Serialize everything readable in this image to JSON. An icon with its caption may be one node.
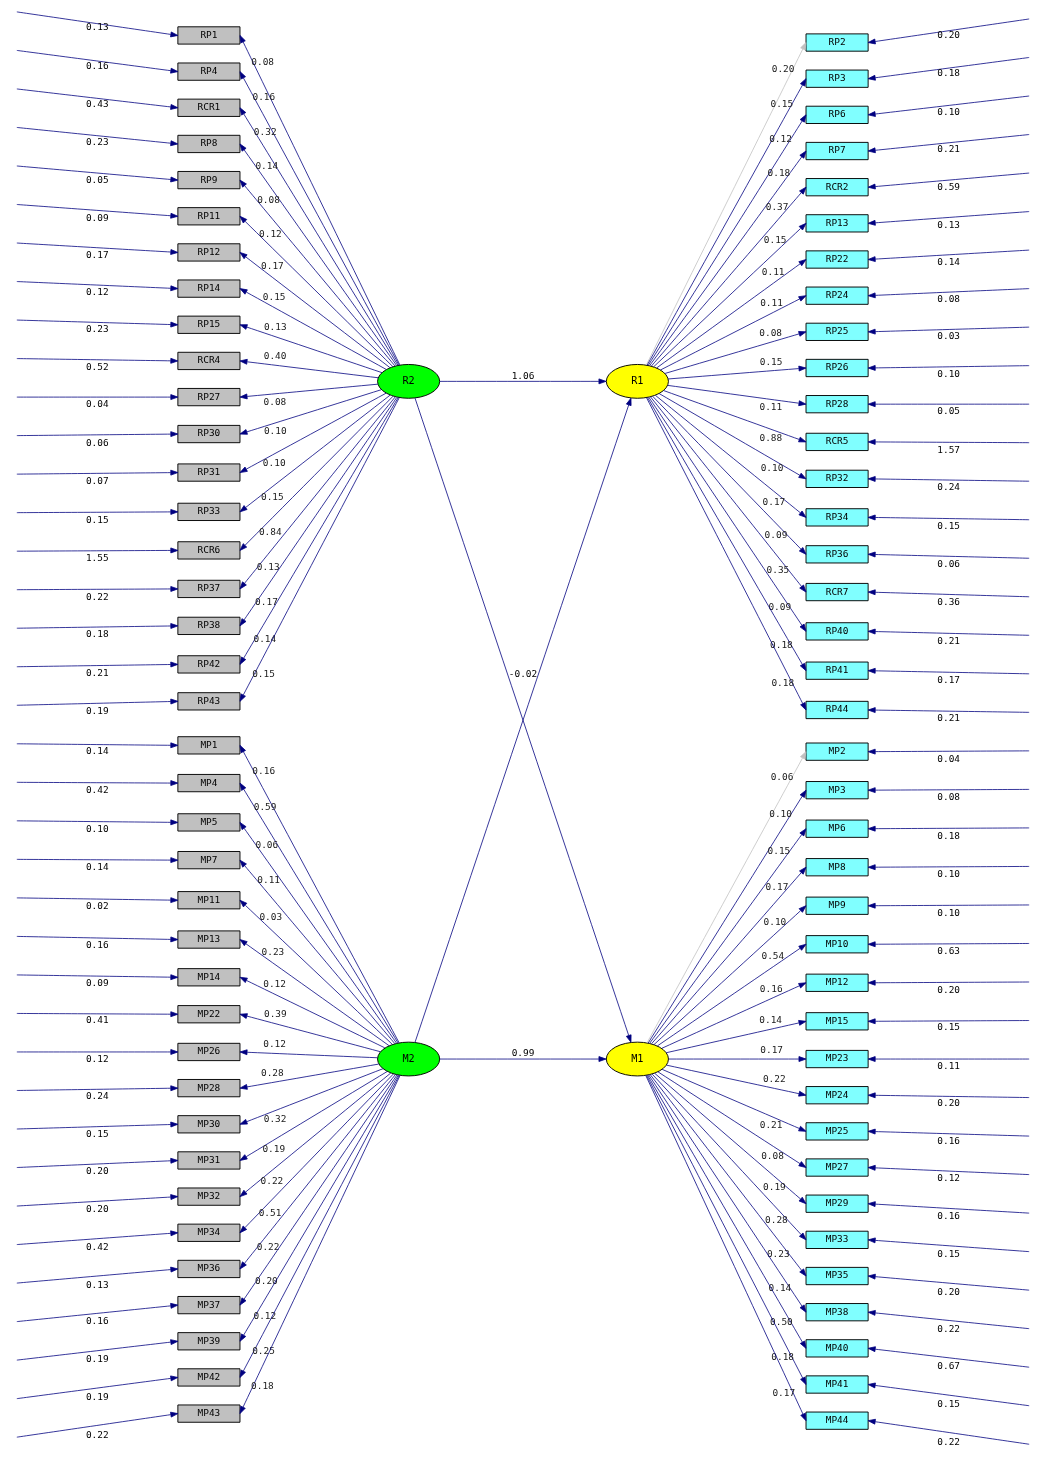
{
  "diagram": {
    "nodes": [
      {
        "text": [
          "RP1"
        ]
      },
      {
        "text": [
          "RP4"
        ]
      },
      {
        "text": [
          "RCR1"
        ]
      },
      {
        "text": [
          "RP8"
        ]
      },
      {
        "text": [
          "RP9"
        ]
      },
      {
        "text": [
          "RP11"
        ]
      },
      {
        "text": [
          "RP12"
        ]
      },
      {
        "text": [
          "RP14"
        ]
      },
      {
        "text": [
          "RP15"
        ]
      },
      {
        "text": [
          "RCR4"
        ]
      },
      {
        "text": [
          "RP27"
        ]
      },
      {
        "text": [
          "RP30"
        ]
      },
      {
        "text": [
          "RP31"
        ]
      },
      {
        "text": [
          "RP33"
        ]
      },
      {
        "text": [
          "RCR6"
        ]
      },
      {
        "text": [
          "RP37"
        ]
      },
      {
        "text": [
          "RP38"
        ]
      },
      {
        "text": [
          "RP42"
        ]
      },
      {
        "text": [
          "RP43"
        ]
      },
      {
        "text": [
          "MP1"
        ]
      },
      {
        "text": [
          "MP4"
        ]
      },
      {
        "text": [
          "MP5"
        ]
      },
      {
        "text": [
          "MP7"
        ]
      },
      {
        "text": [
          "MP11"
        ]
      },
      {
        "text": [
          "MP13"
        ]
      },
      {
        "text": [
          "MP14"
        ]
      },
      {
        "text": [
          "MP22"
        ]
      },
      {
        "text": [
          "MP26"
        ]
      },
      {
        "text": [
          "MP28"
        ]
      },
      {
        "text": [
          "MP30"
        ]
      },
      {
        "text": [
          "MP31"
        ]
      },
      {
        "text": [
          "MP32"
        ]
      },
      {
        "text": [
          "MP34"
        ]
      },
      {
        "text": [
          "MP36"
        ]
      },
      {
        "text": [
          "MP37"
        ]
      },
      {
        "text": [
          "MP39"
        ]
      },
      {
        "text": [
          "MP42"
        ]
      },
      {
        "text": [
          "MP43"
        ]
      },
      {
        "text": [
          "R2"
        ]
      },
      {
        "text": [
          "M2"
        ]
      },
      {
        "text": [
          "R1"
        ]
      },
      {
        "text": [
          "M1"
        ]
      },
      {
        "text": [
          "RP2"
        ]
      },
      {
        "text": [
          "RP3"
        ]
      },
      {
        "text": [
          "RP6"
        ]
      },
      {
        "text": [
          "RP7"
        ]
      },
      {
        "text": [
          "RCR2"
        ]
      },
      {
        "text": [
          "RP13"
        ]
      },
      {
        "text": [
          "RP22"
        ]
      },
      {
        "text": [
          "RP24"
        ]
      },
      {
        "text": [
          "RP25"
        ]
      },
      {
        "text": [
          "RP26"
        ]
      },
      {
        "text": [
          "RP28"
        ]
      },
      {
        "text": [
          "RCR5"
        ]
      },
      {
        "text": [
          "RP32"
        ]
      },
      {
        "text": [
          "RP34"
        ]
      },
      {
        "text": [
          "RP36"
        ]
      },
      {
        "text": [
          "RCR7"
        ]
      },
      {
        "text": [
          "RP40"
        ]
      },
      {
        "text": [
          "RP41"
        ]
      },
      {
        "text": [
          "RP44"
        ]
      },
      {
        "text": [
          "MP2"
        ]
      },
      {
        "text": [
          "MP3"
        ]
      },
      {
        "text": [
          "MP6"
        ]
      },
      {
        "text": [
          "MP8"
        ]
      },
      {
        "text": [
          "MP9"
        ]
      },
      {
        "text": [
          "MP10"
        ]
      },
      {
        "text": [
          "MP12"
        ]
      },
      {
        "text": [
          "MP15"
        ]
      },
      {
        "text": [
          "MP23"
        ]
      },
      {
        "text": [
          "MP24"
        ]
      },
      {
        "text": [
          "MP25"
        ]
      },
      {
        "text": [
          "MP27"
        ]
      },
      {
        "text": [
          "MP29"
        ]
      },
      {
        "text": [
          "MP33"
        ]
      },
      {
        "text": [
          "MP35"
        ]
      },
      {
        "text": [
          "MP38"
        ]
      },
      {
        "text": [
          "MP40"
        ]
      },
      {
        "text": [
          "MP41"
        ]
      },
      {
        "text": [
          "MP44"
        ]
      }
    ],
    "edges": [
      {
        "from": 38,
        "to": 0,
        "arrow": "to",
        "label": "0.08"
      },
      {
        "from": 38,
        "to": 1,
        "arrow": "to",
        "label": "0.16"
      },
      {
        "from": 38,
        "to": 2,
        "arrow": "to",
        "label": "0.32"
      },
      {
        "from": 38,
        "to": 3,
        "arrow": "to",
        "label": "0.14"
      },
      {
        "from": 38,
        "to": 4,
        "arrow": "to",
        "label": "0.08"
      },
      {
        "from": 38,
        "to": 5,
        "arrow": "to",
        "label": "0.12"
      },
      {
        "from": 38,
        "to": 6,
        "arrow": "to",
        "label": "0.17"
      },
      {
        "from": 38,
        "to": 7,
        "arrow": "to",
        "label": "0.15"
      },
      {
        "from": 38,
        "to": 8,
        "arrow": "to",
        "label": "0.13"
      },
      {
        "from": 38,
        "to": 9,
        "arrow": "to",
        "label": "0.40"
      },
      {
        "from": 38,
        "to": 10,
        "arrow": "to",
        "label": "0.08"
      },
      {
        "from": 38,
        "to": 11,
        "arrow": "to",
        "label": "0.10"
      },
      {
        "from": 38,
        "to": 12,
        "arrow": "to",
        "label": "0.10"
      },
      {
        "from": 38,
        "to": 13,
        "arrow": "to",
        "label": "0.15"
      },
      {
        "from": 38,
        "to": 14,
        "arrow": "to",
        "label": "0.84"
      },
      {
        "from": 38,
        "to": 15,
        "arrow": "to",
        "label": "0.13"
      },
      {
        "from": 38,
        "to": 16,
        "arrow": "to",
        "label": "0.17"
      },
      {
        "from": 38,
        "to": 17,
        "arrow": "to",
        "label": "0.14"
      },
      {
        "from": 38,
        "to": 18,
        "arrow": "to",
        "label": "0.15"
      },
      {
        "from": 39,
        "to": 19,
        "arrow": "to",
        "label": "0.16"
      },
      {
        "from": 39,
        "to": 20,
        "arrow": "to",
        "label": "0.59"
      },
      {
        "from": 39,
        "to": 21,
        "arrow": "to",
        "label": "0.06"
      },
      {
        "from": 39,
        "to": 22,
        "arrow": "to",
        "label": "0.11"
      },
      {
        "from": 39,
        "to": 23,
        "arrow": "to",
        "label": "0.03"
      },
      {
        "from": 39,
        "to": 24,
        "arrow": "to",
        "label": "0.23"
      },
      {
        "from": 39,
        "to": 25,
        "arrow": "to",
        "label": "0.12"
      },
      {
        "from": 39,
        "to": 26,
        "arrow": "to",
        "label": "0.39"
      },
      {
        "from": 39,
        "to": 27,
        "arrow": "to",
        "label": "0.12"
      },
      {
        "from": 39,
        "to": 28,
        "arrow": "to",
        "label": "0.28"
      },
      {
        "from": 39,
        "to": 29,
        "arrow": "to",
        "label": "0.32"
      },
      {
        "from": 39,
        "to": 30,
        "arrow": "to",
        "label": "0.19"
      },
      {
        "from": 39,
        "to": 31,
        "arrow": "to",
        "label": "0.22"
      },
      {
        "from": 39,
        "to": 32,
        "arrow": "to",
        "label": "0.51"
      },
      {
        "from": 39,
        "to": 33,
        "arrow": "to",
        "label": "0.22"
      },
      {
        "from": 39,
        "to": 34,
        "arrow": "to",
        "label": "0.20"
      },
      {
        "from": 39,
        "to": 35,
        "arrow": "to",
        "label": "0.12"
      },
      {
        "from": 39,
        "to": 36,
        "arrow": "to",
        "label": "0.25"
      },
      {
        "from": 39,
        "to": 37,
        "arrow": "to",
        "label": "0.18"
      },
      {
        "from": 38,
        "to": 40,
        "arrow": "to",
        "label": "1.06"
      },
      {
        "from": 38,
        "to": 41,
        "arrow": "to",
        "label": "-0.02"
      },
      {
        "from": 39,
        "to": 40,
        "arrow": "to"
      },
      {
        "from": 39,
        "to": 41,
        "arrow": "to",
        "label": "0.99"
      },
      {
        "from": 40,
        "to": 42,
        "arrow": "to",
        "label": "0.20",
        "color": "#c0c0c0"
      },
      {
        "from": 40,
        "to": 43,
        "arrow": "to",
        "label": "0.15"
      },
      {
        "from": 40,
        "to": 44,
        "arrow": "to",
        "label": "0.12"
      },
      {
        "from": 40,
        "to": 45,
        "arrow": "to",
        "label": "0.18"
      },
      {
        "from": 40,
        "to": 46,
        "arrow": "to",
        "label": "0.37"
      },
      {
        "from": 40,
        "to": 47,
        "arrow": "to",
        "label": "0.15"
      },
      {
        "from": 40,
        "to": 48,
        "arrow": "to",
        "label": "0.11"
      },
      {
        "from": 40,
        "to": 49,
        "arrow": "to",
        "label": "0.11"
      },
      {
        "from": 40,
        "to": 50,
        "arrow": "to",
        "label": "0.08"
      },
      {
        "from": 40,
        "to": 51,
        "arrow": "to",
        "label": "0.15"
      },
      {
        "from": 40,
        "to": 52,
        "arrow": "to",
        "label": "0.11"
      },
      {
        "from": 40,
        "to": 53,
        "arrow": "to",
        "label": "0.88"
      },
      {
        "from": 40,
        "to": 54,
        "arrow": "to",
        "label": "0.10"
      },
      {
        "from": 40,
        "to": 55,
        "arrow": "to",
        "label": "0.17"
      },
      {
        "from": 40,
        "to": 56,
        "arrow": "to",
        "label": "0.09"
      },
      {
        "from": 40,
        "to": 57,
        "arrow": "to",
        "label": "0.35"
      },
      {
        "from": 40,
        "to": 58,
        "arrow": "to",
        "label": "0.09"
      },
      {
        "from": 40,
        "to": 59,
        "arrow": "to",
        "label": "0.18"
      },
      {
        "from": 40,
        "to": 60,
        "arrow": "to",
        "label": "0.18"
      },
      {
        "from": 41,
        "to": 61,
        "arrow": "to",
        "label": "0.06",
        "color": "#c0c0c0"
      },
      {
        "from": 41,
        "to": 62,
        "arrow": "to",
        "label": "0.10"
      },
      {
        "from": 41,
        "to": 63,
        "arrow": "to",
        "label": "0.15"
      },
      {
        "from": 41,
        "to": 64,
        "arrow": "to",
        "label": "0.17"
      },
      {
        "from": 41,
        "to": 65,
        "arrow": "to",
        "label": "0.10"
      },
      {
        "from": 41,
        "to": 66,
        "arrow": "to",
        "label": "0.54"
      },
      {
        "from": 41,
        "to": 67,
        "arrow": "to",
        "label": "0.16"
      },
      {
        "from": 41,
        "to": 68,
        "arrow": "to",
        "label": "0.14"
      },
      {
        "from": 41,
        "to": 69,
        "arrow": "to",
        "label": "0.17"
      },
      {
        "from": 41,
        "to": 70,
        "arrow": "to",
        "label": "0.22"
      },
      {
        "from": 41,
        "to": 71,
        "arrow": "to",
        "label": "0.21"
      },
      {
        "from": 41,
        "to": 72,
        "arrow": "to",
        "label": "0.08"
      },
      {
        "from": 41,
        "to": 73,
        "arrow": "to",
        "label": "0.19"
      },
      {
        "from": 41,
        "to": 74,
        "arrow": "to",
        "label": "0.28"
      },
      {
        "from": 41,
        "to": 75,
        "arrow": "to",
        "label": "0.23"
      },
      {
        "from": 41,
        "to": 76,
        "arrow": "to",
        "label": "0.14"
      },
      {
        "from": 41,
        "to": 77,
        "arrow": "to",
        "label": "0.50"
      },
      {
        "from": 41,
        "to": 78,
        "arrow": "to",
        "label": "0.18"
      },
      {
        "from": 41,
        "to": 79,
        "arrow": "to",
        "label": "0.17"
      },
      {
        "from": null,
        "to": 0,
        "arrow": "to",
        "label": "0.13"
      },
      {
        "from": null,
        "to": 1,
        "arrow": "to",
        "label": "0.16"
      },
      {
        "from": null,
        "to": 2,
        "arrow": "to",
        "label": "0.43"
      },
      {
        "from": null,
        "to": 3,
        "arrow": "to",
        "label": "0.23"
      },
      {
        "from": null,
        "to": 4,
        "arrow": "to",
        "label": "0.05"
      },
      {
        "from": null,
        "to": 5,
        "arrow": "to",
        "label": "0.09"
      },
      {
        "from": null,
        "to": 6,
        "arrow": "to",
        "label": "0.17"
      },
      {
        "from": null,
        "to": 7,
        "arrow": "to",
        "label": "0.12"
      },
      {
        "from": null,
        "to": 8,
        "arrow": "to",
        "label": "0.23"
      },
      {
        "from": null,
        "to": 9,
        "arrow": "to",
        "label": "0.52"
      },
      {
        "from": null,
        "to": 10,
        "arrow": "to",
        "label": "0.04"
      },
      {
        "from": null,
        "to": 11,
        "arrow": "to",
        "label": "0.06"
      },
      {
        "from": null,
        "to": 12,
        "arrow": "to",
        "label": "0.07"
      },
      {
        "from": null,
        "to": 13,
        "arrow": "to",
        "label": "0.15"
      },
      {
        "from": null,
        "to": 14,
        "arrow": "to",
        "label": "1.55"
      },
      {
        "from": null,
        "to": 15,
        "arrow": "to",
        "label": "0.22"
      },
      {
        "from": null,
        "to": 16,
        "arrow": "to",
        "label": "0.18"
      },
      {
        "from": null,
        "to": 17,
        "arrow": "to",
        "label": "0.21"
      },
      {
        "from": null,
        "to": 18,
        "arrow": "to",
        "label": "0.19"
      },
      {
        "from": null,
        "to": 19,
        "arrow": "to",
        "label": "0.14"
      },
      {
        "from": null,
        "to": 20,
        "arrow": "to",
        "label": "0.42"
      },
      {
        "from": null,
        "to": 21,
        "arrow": "to",
        "label": "0.10"
      },
      {
        "from": null,
        "to": 22,
        "arrow": "to",
        "label": "0.14"
      },
      {
        "from": null,
        "to": 23,
        "arrow": "to",
        "label": "0.02"
      },
      {
        "from": null,
        "to": 24,
        "arrow": "to",
        "label": "0.16"
      },
      {
        "from": null,
        "to": 25,
        "arrow": "to",
        "label": "0.09"
      },
      {
        "from": null,
        "to": 26,
        "arrow": "to",
        "label": "0.41"
      },
      {
        "from": null,
        "to": 27,
        "arrow": "to",
        "label": "0.12"
      },
      {
        "from": null,
        "to": 28,
        "arrow": "to",
        "label": "0.24"
      },
      {
        "from": null,
        "to": 29,
        "arrow": "to",
        "label": "0.15"
      },
      {
        "from": null,
        "to": 30,
        "arrow": "to",
        "label": "0.20"
      },
      {
        "from": null,
        "to": 31,
        "arrow": "to",
        "label": "0.20"
      },
      {
        "from": null,
        "to": 32,
        "arrow": "to",
        "label": "0.42"
      },
      {
        "from": null,
        "to": 33,
        "arrow": "to",
        "label": "0.13"
      },
      {
        "from": null,
        "to": 34,
        "arrow": "to",
        "label": "0.16"
      },
      {
        "from": null,
        "to": 35,
        "arrow": "to",
        "label": "0.19"
      },
      {
        "from": null,
        "to": 36,
        "arrow": "to",
        "label": "0.19"
      },
      {
        "from": null,
        "to": 37,
        "arrow": "to",
        "label": "0.22"
      },
      {
        "from": null,
        "to": 42,
        "arrow": "to",
        "label": "0.20"
      },
      {
        "from": null,
        "to": 43,
        "arrow": "to",
        "label": "0.18"
      },
      {
        "from": null,
        "to": 44,
        "arrow": "to",
        "label": "0.10"
      },
      {
        "from": null,
        "to": 45,
        "arrow": "to",
        "label": "0.21"
      },
      {
        "from": null,
        "to": 46,
        "arrow": "to",
        "label": "0.59"
      },
      {
        "from": null,
        "to": 47,
        "arrow": "to",
        "label": "0.13"
      },
      {
        "from": null,
        "to": 48,
        "arrow": "to",
        "label": "0.14"
      },
      {
        "from": null,
        "to": 49,
        "arrow": "to",
        "label": "0.08"
      },
      {
        "from": null,
        "to": 50,
        "arrow": "to",
        "label": "0.03"
      },
      {
        "from": null,
        "to": 51,
        "arrow": "to",
        "label": "0.10"
      },
      {
        "from": null,
        "to": 52,
        "arrow": "to",
        "label": "0.05"
      },
      {
        "from": null,
        "to": 53,
        "arrow": "to",
        "label": "1.57"
      },
      {
        "from": null,
        "to": 54,
        "arrow": "to",
        "label": "0.24"
      },
      {
        "from": null,
        "to": 55,
        "arrow": "to",
        "label": "0.15"
      },
      {
        "from": null,
        "to": 56,
        "arrow": "to",
        "label": "0.06"
      },
      {
        "from": null,
        "to": 57,
        "arrow": "to",
        "label": "0.36"
      },
      {
        "from": null,
        "to": 58,
        "arrow": "to",
        "label": "0.21"
      },
      {
        "from": null,
        "to": 59,
        "arrow": "to",
        "label": "0.17"
      },
      {
        "from": null,
        "to": 60,
        "arrow": "to",
        "label": "0.21"
      },
      {
        "from": null,
        "to": 61,
        "arrow": "to",
        "label": "0.04"
      },
      {
        "from": null,
        "to": 62,
        "arrow": "to",
        "label": "0.08"
      },
      {
        "from": null,
        "to": 63,
        "arrow": "to",
        "label": "0.18"
      },
      {
        "from": null,
        "to": 64,
        "arrow": "to",
        "label": "0.10"
      },
      {
        "from": null,
        "to": 65,
        "arrow": "to",
        "label": "0.10"
      },
      {
        "from": null,
        "to": 66,
        "arrow": "to",
        "label": "0.63"
      },
      {
        "from": null,
        "to": 67,
        "arrow": "to",
        "label": "0.20"
      },
      {
        "from": null,
        "to": 68,
        "arrow": "to",
        "label": "0.15"
      },
      {
        "from": null,
        "to": 69,
        "arrow": "to",
        "label": "0.11"
      },
      {
        "from": null,
        "to": 70,
        "arrow": "to",
        "label": "0.20"
      },
      {
        "from": null,
        "to": 71,
        "arrow": "to",
        "label": "0.16"
      },
      {
        "from": null,
        "to": 72,
        "arrow": "to",
        "label": "0.12"
      },
      {
        "from": null,
        "to": 73,
        "arrow": "to",
        "label": "0.16"
      },
      {
        "from": null,
        "to": 74,
        "arrow": "to",
        "label": "0.15"
      },
      {
        "from": null,
        "to": 75,
        "arrow": "to",
        "label": "0.20"
      },
      {
        "from": null,
        "to": 76,
        "arrow": "to",
        "label": "0.22"
      },
      {
        "from": null,
        "to": 77,
        "arrow": "to",
        "label": "0.67"
      },
      {
        "from": null,
        "to": 78,
        "arrow": "to",
        "label": "0.15"
      },
      {
        "from": null,
        "to": 79,
        "arrow": "to",
        "label": "0.22"
      }
    ]
  }
}
